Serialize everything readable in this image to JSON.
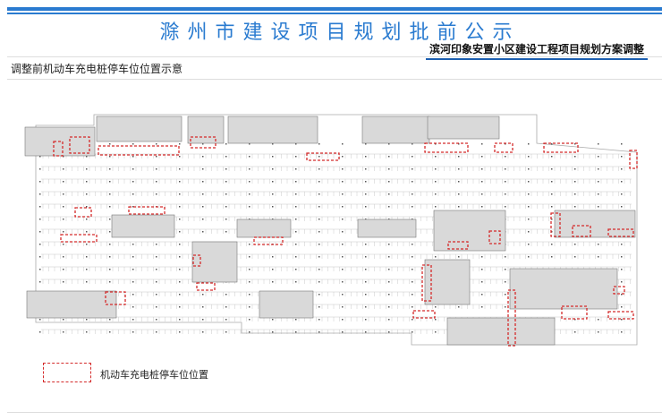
{
  "header": {
    "title": "滁州市建设项目规划批前公示",
    "subtitle": "滨河印象安置小区建设工程项目规划方案调整"
  },
  "caption": "调整前机动车充电桩停车位位置示意",
  "legend": {
    "label": "机动车充电桩停车位位置"
  },
  "colors": {
    "accent": "#2a7bd0",
    "marker": "#d42a2a"
  }
}
